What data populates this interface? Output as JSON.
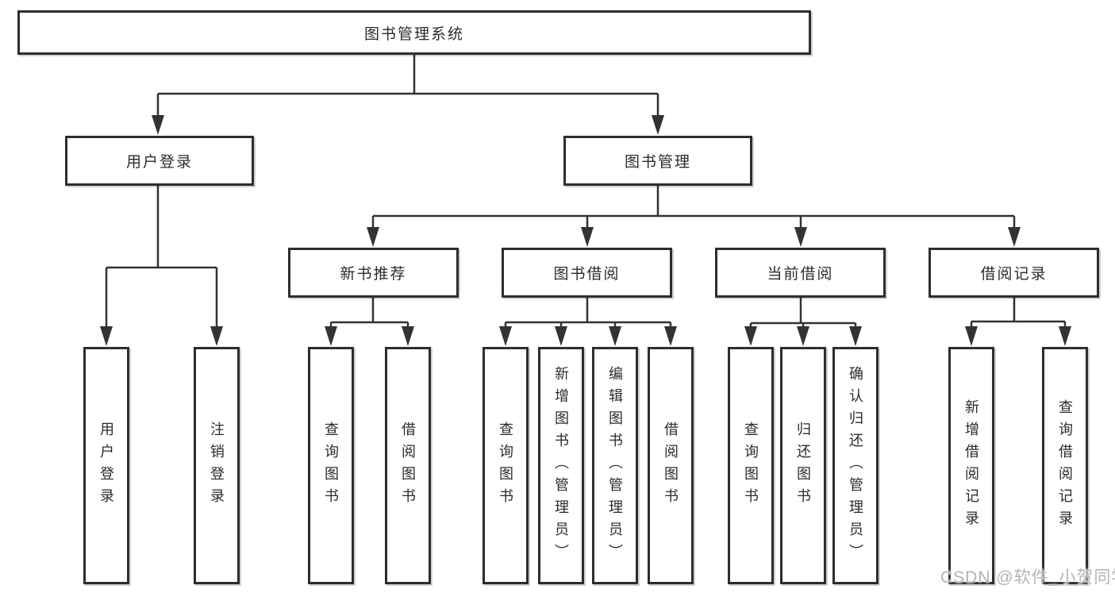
{
  "diagram": {
    "root": {
      "label": "图书管理系统"
    },
    "level2": [
      {
        "label": "用户登录"
      },
      {
        "label": "图书管理"
      }
    ],
    "level3": [
      {
        "label": "新书推荐",
        "parent": "图书管理"
      },
      {
        "label": "图书借阅",
        "parent": "图书管理"
      },
      {
        "label": "当前借阅",
        "parent": "图书管理"
      },
      {
        "label": "借阅记录",
        "parent": "图书管理"
      }
    ],
    "leaves": [
      {
        "label": "用户登录",
        "parent": "用户登录"
      },
      {
        "label": "注销登录",
        "parent": "用户登录"
      },
      {
        "label": "查询图书",
        "parent": "新书推荐"
      },
      {
        "label": "借阅图书",
        "parent": "新书推荐"
      },
      {
        "label": "查询图书",
        "parent": "图书借阅"
      },
      {
        "label": "新增图书（管理员）",
        "parent": "图书借阅"
      },
      {
        "label": "编辑图书（管理员）",
        "parent": "图书借阅"
      },
      {
        "label": "借阅图书",
        "parent": "图书借阅"
      },
      {
        "label": "查询图书",
        "parent": "当前借阅"
      },
      {
        "label": "归还图书",
        "parent": "当前借阅"
      },
      {
        "label": "确认归还（管理员）",
        "parent": "当前借阅"
      },
      {
        "label": "新增借阅记录",
        "parent": "借阅记录"
      },
      {
        "label": "查询借阅记录",
        "parent": "借阅记录"
      }
    ]
  },
  "watermark": {
    "text": "CSDN @软件_小贺同学"
  },
  "colors": {
    "line": "#333333",
    "box_border": "#2d2d2d",
    "text": "#2b2b2b",
    "watermark_text": "#b4b4b4",
    "background": "#ffffff"
  }
}
